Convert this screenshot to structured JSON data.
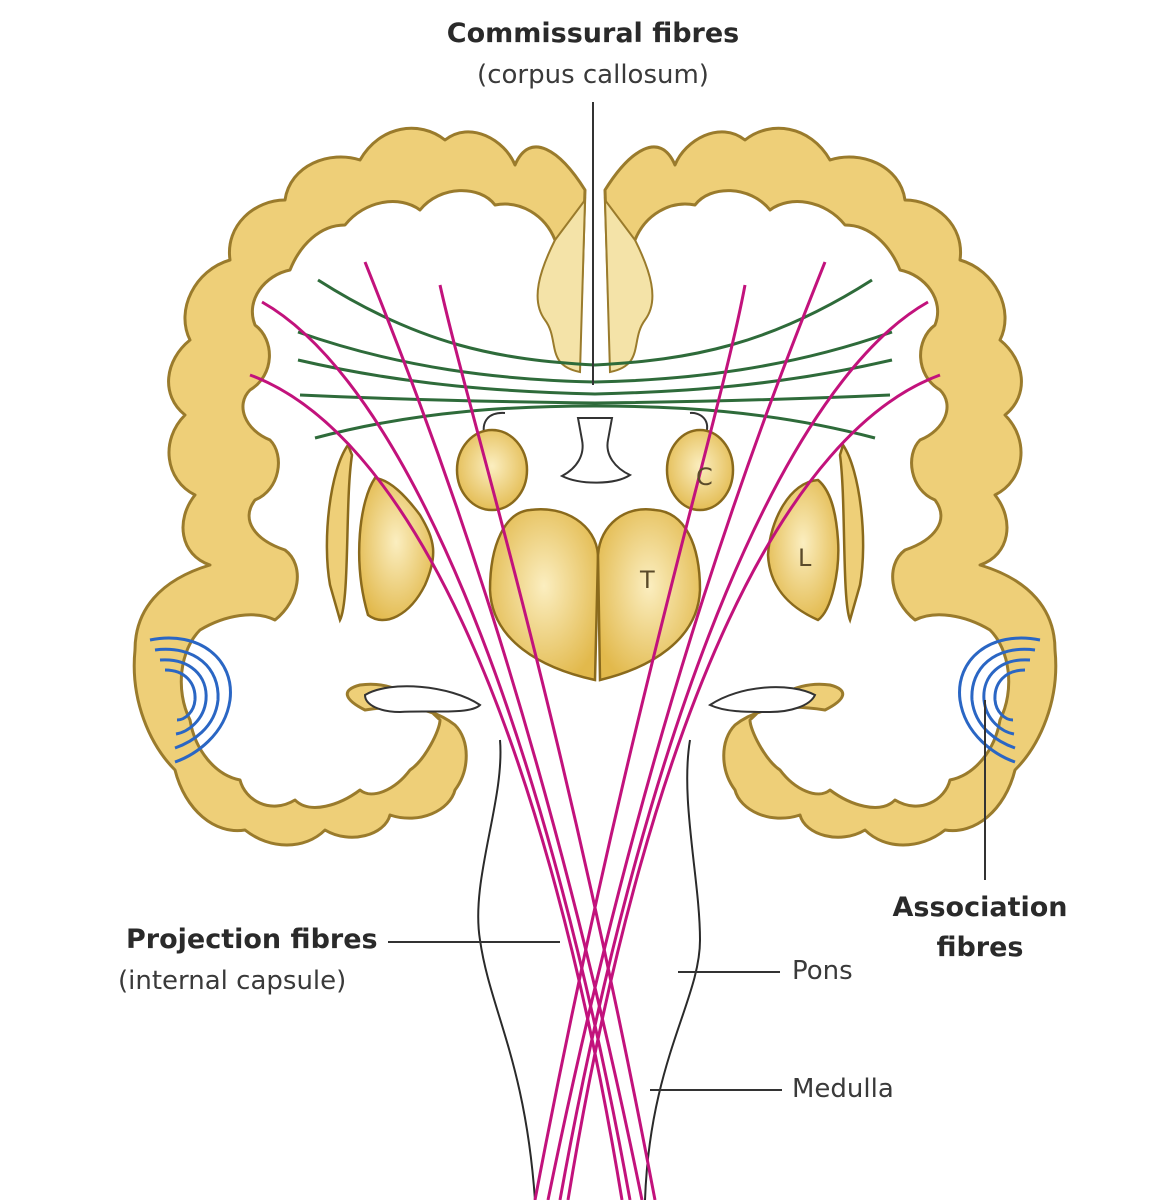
{
  "labels": {
    "commissural_title": "Commissural fibres",
    "commissural_sub": "(corpus callosum)",
    "projection_title": "Projection fibres",
    "projection_sub": "(internal capsule)",
    "association_line1": "Association",
    "association_line2": "fibres",
    "pons": "Pons",
    "medulla": "Medulla",
    "caudate": "C",
    "thalamus": "T",
    "lentiform": "L"
  },
  "colors": {
    "cortex_fill": "#eecf78",
    "cortex_stroke": "#9a7b2c",
    "white_matter": "#ffffff",
    "nucleus_fill": "#e7c25b",
    "commissural_fibres": "#2e6b3a",
    "projection_fibres": "#c2127c",
    "association_fibres": "#2a66c4",
    "leader_lines": "#333333"
  }
}
